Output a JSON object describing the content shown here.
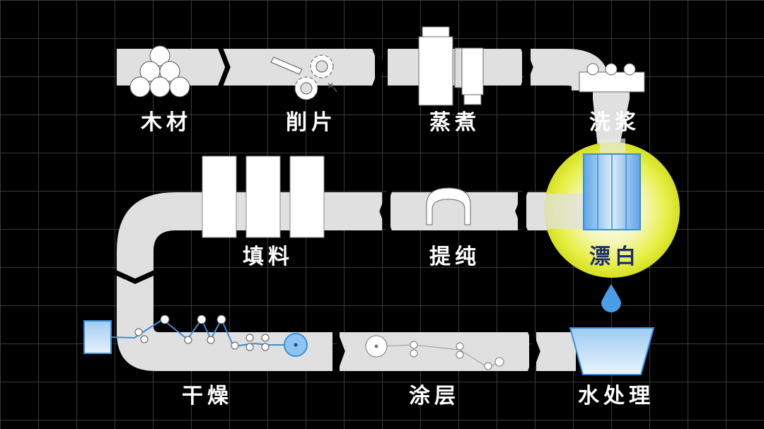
{
  "colors": {
    "belt": "#e0e0e0",
    "background": "#000000",
    "grid": "#3a3a3a",
    "label": "#ffffff",
    "accent_blue": "#3a8fd8",
    "glow": "#e8f04a"
  },
  "steps": {
    "wood": "木材",
    "chip": "削片",
    "cook": "蒸煮",
    "wash": "洗浆",
    "bleach": "漂白",
    "purify": "提纯",
    "filler": "填料",
    "dry": "干燥",
    "coat": "涂层",
    "water": "水处理"
  },
  "icons": {
    "wood": "log-pile-icon",
    "chip": "gear-icon",
    "cook": "digester-tank-icon",
    "wash": "washer-roller-icon",
    "bleach": "bleach-tank-icon",
    "purify": "refiner-icon",
    "filler": "filler-blocks-icon",
    "dry": "dryer-roller-icon",
    "coat": "coater-roller-icon",
    "water": "water-tank-icon",
    "drop": "water-drop-icon"
  }
}
